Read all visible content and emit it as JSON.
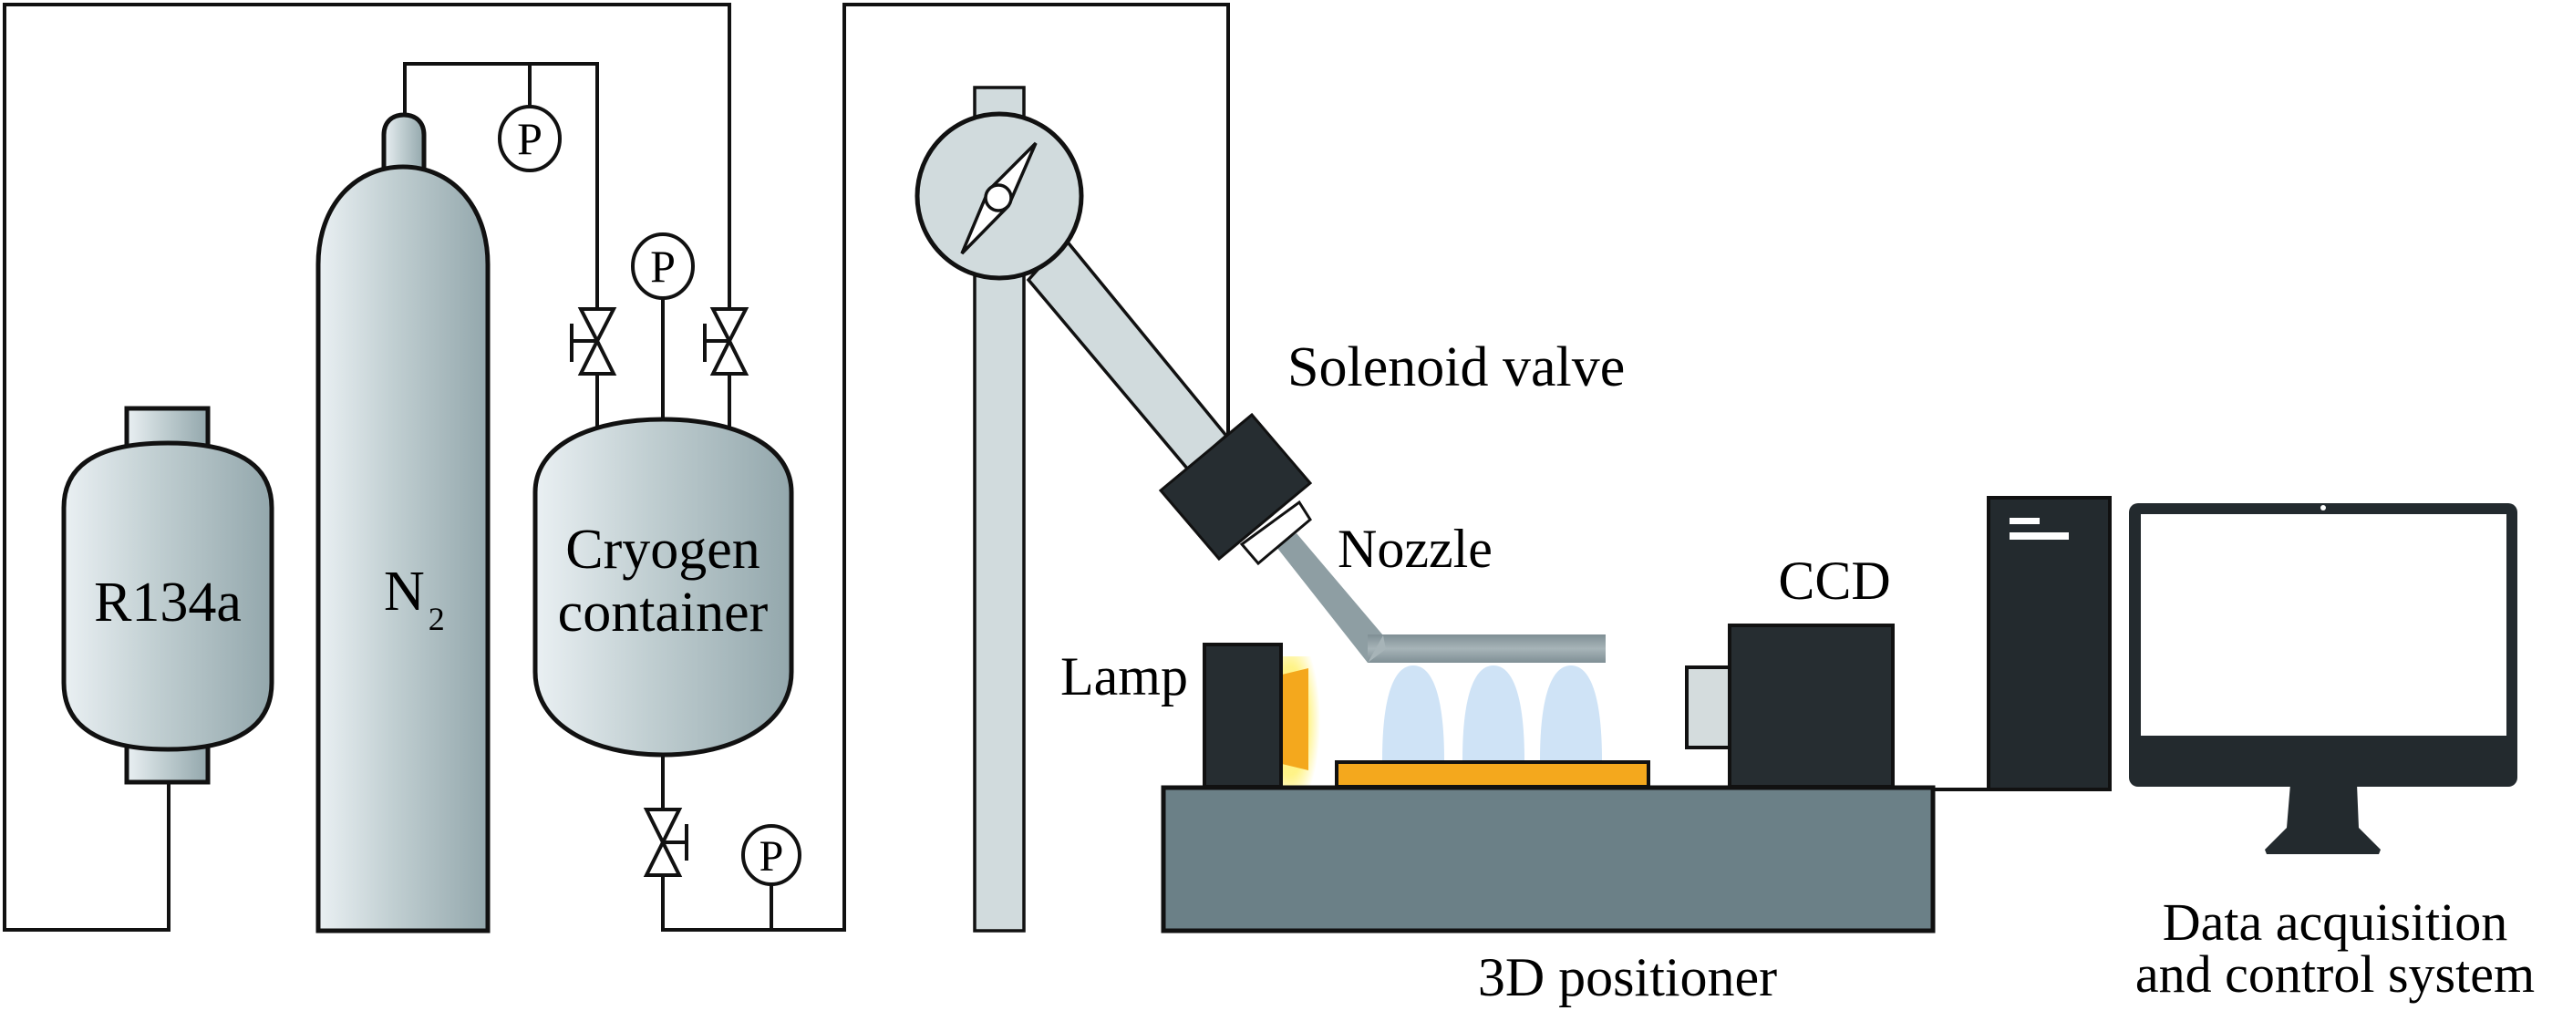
{
  "figure": {
    "title": "Cryogen spray cooling experimental setup"
  },
  "labels": {
    "r134a": "R134a",
    "n2_main": "N",
    "n2_sub": "2",
    "cryogen_line1": "Cryogen",
    "cryogen_line2": "container",
    "solenoid_valve": "Solenoid valve",
    "nozzle": "Nozzle",
    "lamp": "Lamp",
    "ccd": "CCD",
    "positioner": "3D positioner",
    "daq_line1": "Data acquisition",
    "daq_line2": "and control system"
  },
  "gauges": [
    {
      "id": "n2-line-gauge",
      "symbol": "P"
    },
    {
      "id": "cryogen-top-gauge",
      "symbol": "P"
    },
    {
      "id": "outlet-gauge",
      "symbol": "P"
    }
  ],
  "colors": {
    "tank_light": "#e9eff2",
    "tank_mid": "#bccbce",
    "tank_dark": "#95a9ae",
    "stand": "#d1dbdd",
    "device_dark": "#262d31",
    "positioner": "#6b8087",
    "sample": "#f4a81d",
    "spray": "#cfe3f6",
    "nozzle_tube": "#8e9ea3"
  }
}
